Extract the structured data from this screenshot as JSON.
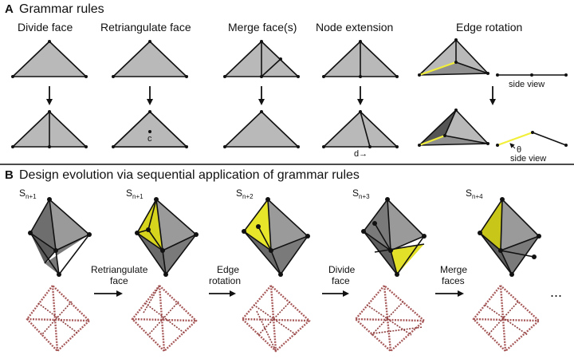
{
  "panel_a": {
    "letter": "A",
    "title": "Grammar rules",
    "rules": [
      "Divide face",
      "Retriangulate face",
      "Merge face(s)",
      "Node extension",
      "Edge rotation"
    ],
    "label_c": "c",
    "label_d": "d→",
    "label_theta": "θ",
    "side_view_top": "side view",
    "side_view_bottom": "side view"
  },
  "panel_b": {
    "letter": "B",
    "title": "Design evolution via sequential application of grammar rules",
    "states": [
      {
        "base": "S",
        "sub": "n+1"
      },
      {
        "base": "S",
        "sub": "n+1"
      },
      {
        "base": "S",
        "sub": "n+2"
      },
      {
        "base": "S",
        "sub": "n+3"
      },
      {
        "base": "S",
        "sub": "n+4"
      }
    ],
    "steps": [
      [
        "Retriangulate",
        "face"
      ],
      [
        "Edge",
        "rotation"
      ],
      [
        "Divide",
        "face"
      ],
      [
        "Merge",
        "faces"
      ]
    ],
    "ellipsis": "..."
  },
  "colors": {
    "face_gray": "#b9b9b9",
    "face_dark": "#6e6e6e",
    "face_mid": "#8f8f8f",
    "highlight_yellow": "#f2ef3a",
    "lattice": "#a85a5a"
  }
}
